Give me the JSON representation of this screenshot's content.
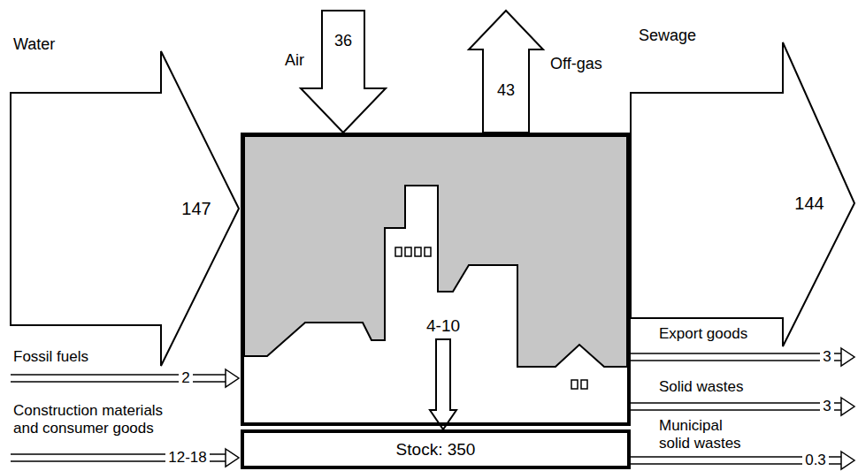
{
  "diagram": {
    "nodes": [
      {
        "text": [
          "4-10"
        ]
      },
      {
        "text": [
          "Stock: 350"
        ]
      }
    ],
    "edges": [
      {
        "from": 0,
        "to": 1,
        "arrow": "to"
      }
    ],
    "labels": [
      "Air",
      "36",
      "43",
      "Off-gas",
      "Water",
      "147",
      "Sewage",
      "144",
      "Fossil fuels",
      "2",
      "Construction materials and consumer goods",
      "12-18",
      "Export goods",
      "3",
      "Solid wastes",
      "3",
      "Municipal solid wastes",
      "0.3"
    ]
  }
}
